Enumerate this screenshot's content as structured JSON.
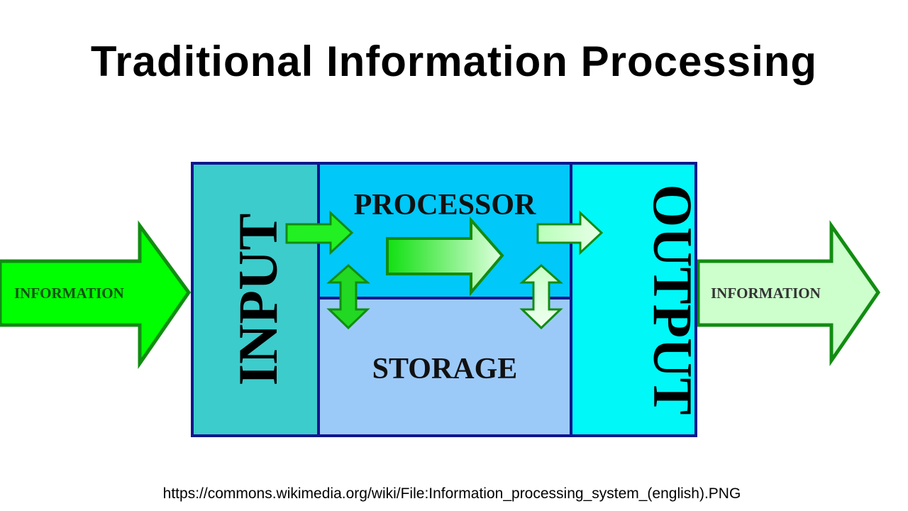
{
  "slide": {
    "title": "Traditional Information Processing",
    "source": "https://commons.wikimedia.org/wiki/File:Information_processing_system_(english).PNG"
  },
  "diagram": {
    "input_label": "INPUT",
    "processor_label": "PROCESSOR",
    "storage_label": "STORAGE",
    "output_label": "OUTPUT",
    "info_in_label": "INFORMATION",
    "info_out_label": "INFORMATION",
    "colors": {
      "input_box": "#3ccccc",
      "processor_box": "#00c8f8",
      "storage_box": "#9ccaf8",
      "output_box": "#00f8f8",
      "border": "#14148c",
      "arrow_green": "#00ff00",
      "arrow_light": "#ccffcc",
      "arrow_outline": "#128c12"
    }
  }
}
